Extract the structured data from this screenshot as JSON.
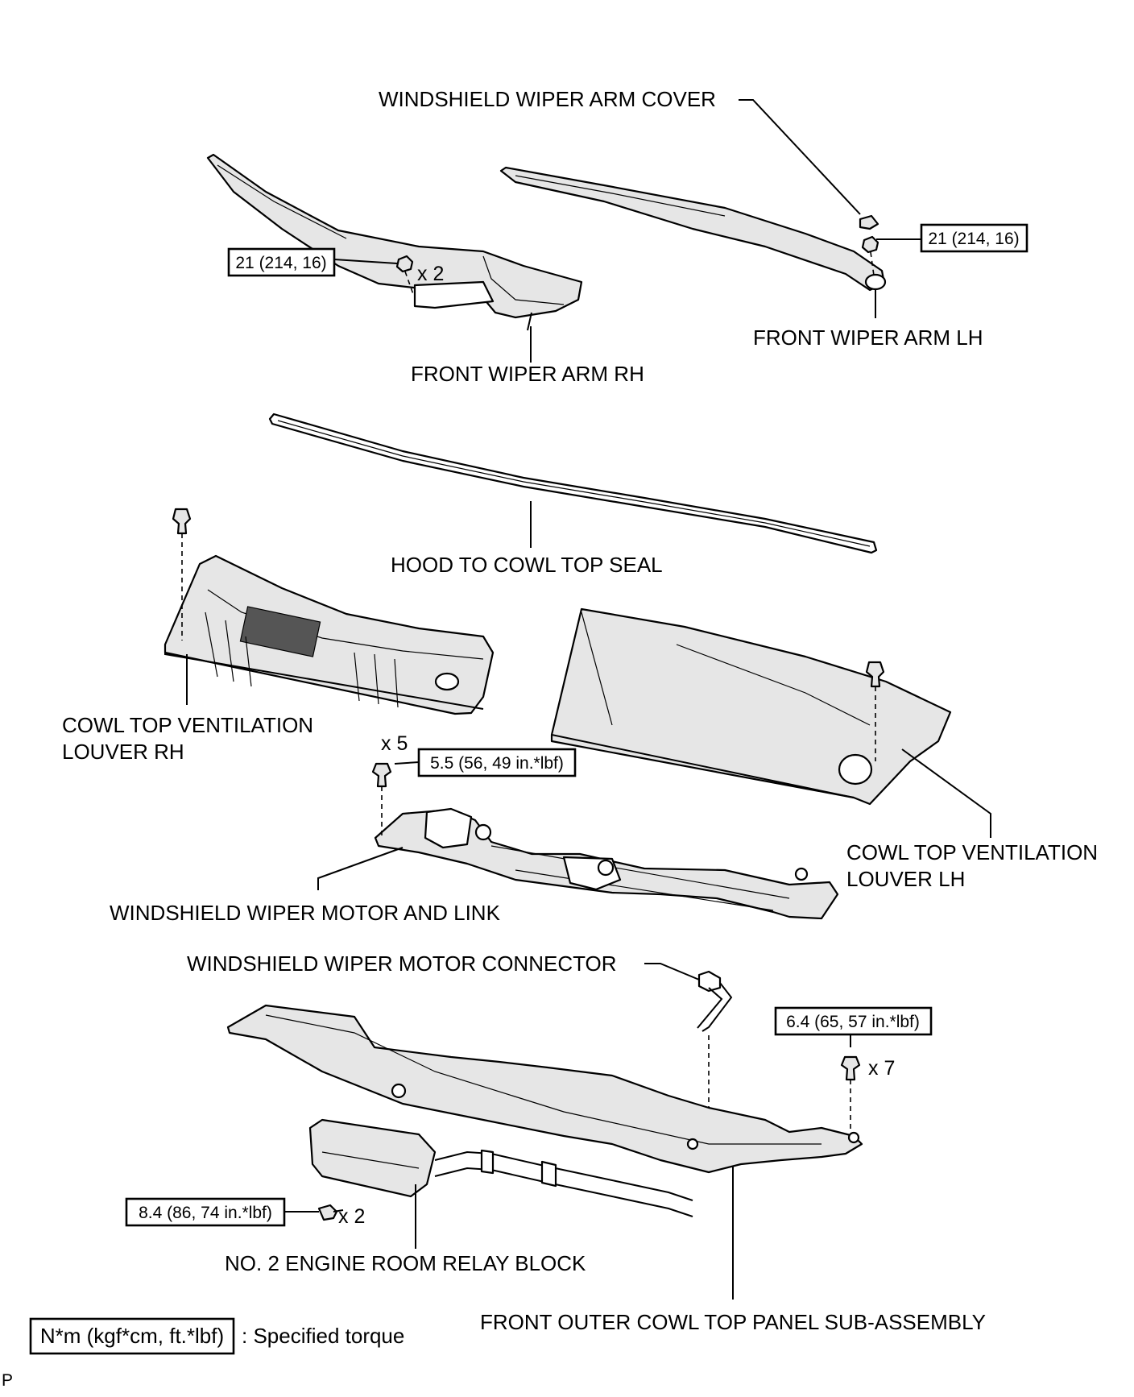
{
  "labels": {
    "wiper_arm_cover": "WINDSHIELD WIPER ARM COVER",
    "front_wiper_arm_rh": "FRONT WIPER ARM RH",
    "front_wiper_arm_lh": "FRONT WIPER ARM LH",
    "hood_to_cowl_top_seal": "HOOD TO COWL TOP SEAL",
    "cowl_louver_rh_1": "COWL TOP VENTILATION",
    "cowl_louver_rh_2": "LOUVER RH",
    "cowl_louver_lh_1": "COWL TOP VENTILATION",
    "cowl_louver_lh_2": "LOUVER LH",
    "wiper_motor_link": "WINDSHIELD WIPER MOTOR AND LINK",
    "wiper_motor_connector": "WINDSHIELD WIPER MOTOR CONNECTOR",
    "relay_block": "NO. 2 ENGINE ROOM RELAY BLOCK",
    "outer_cowl_panel": "FRONT OUTER COWL TOP PANEL SUB-ASSEMBLY"
  },
  "torques": {
    "arm_rh": "21 (214, 16)",
    "arm_lh": "21 (214, 16)",
    "motor_link": "5.5 (56, 49 in.*lbf)",
    "cowl_panel": "6.4 (65, 57 in.*lbf)",
    "relay_block": "8.4 (86, 74 in.*lbf)"
  },
  "quantities": {
    "arm_rh": "x 2",
    "motor_link": "x 5",
    "cowl_panel": "x 7",
    "relay_block": "x 2"
  },
  "legend": {
    "unit_box": "N*m (kgf*cm, ft.*lbf)",
    "meaning": ": Specified torque"
  },
  "corner_mark": "P"
}
